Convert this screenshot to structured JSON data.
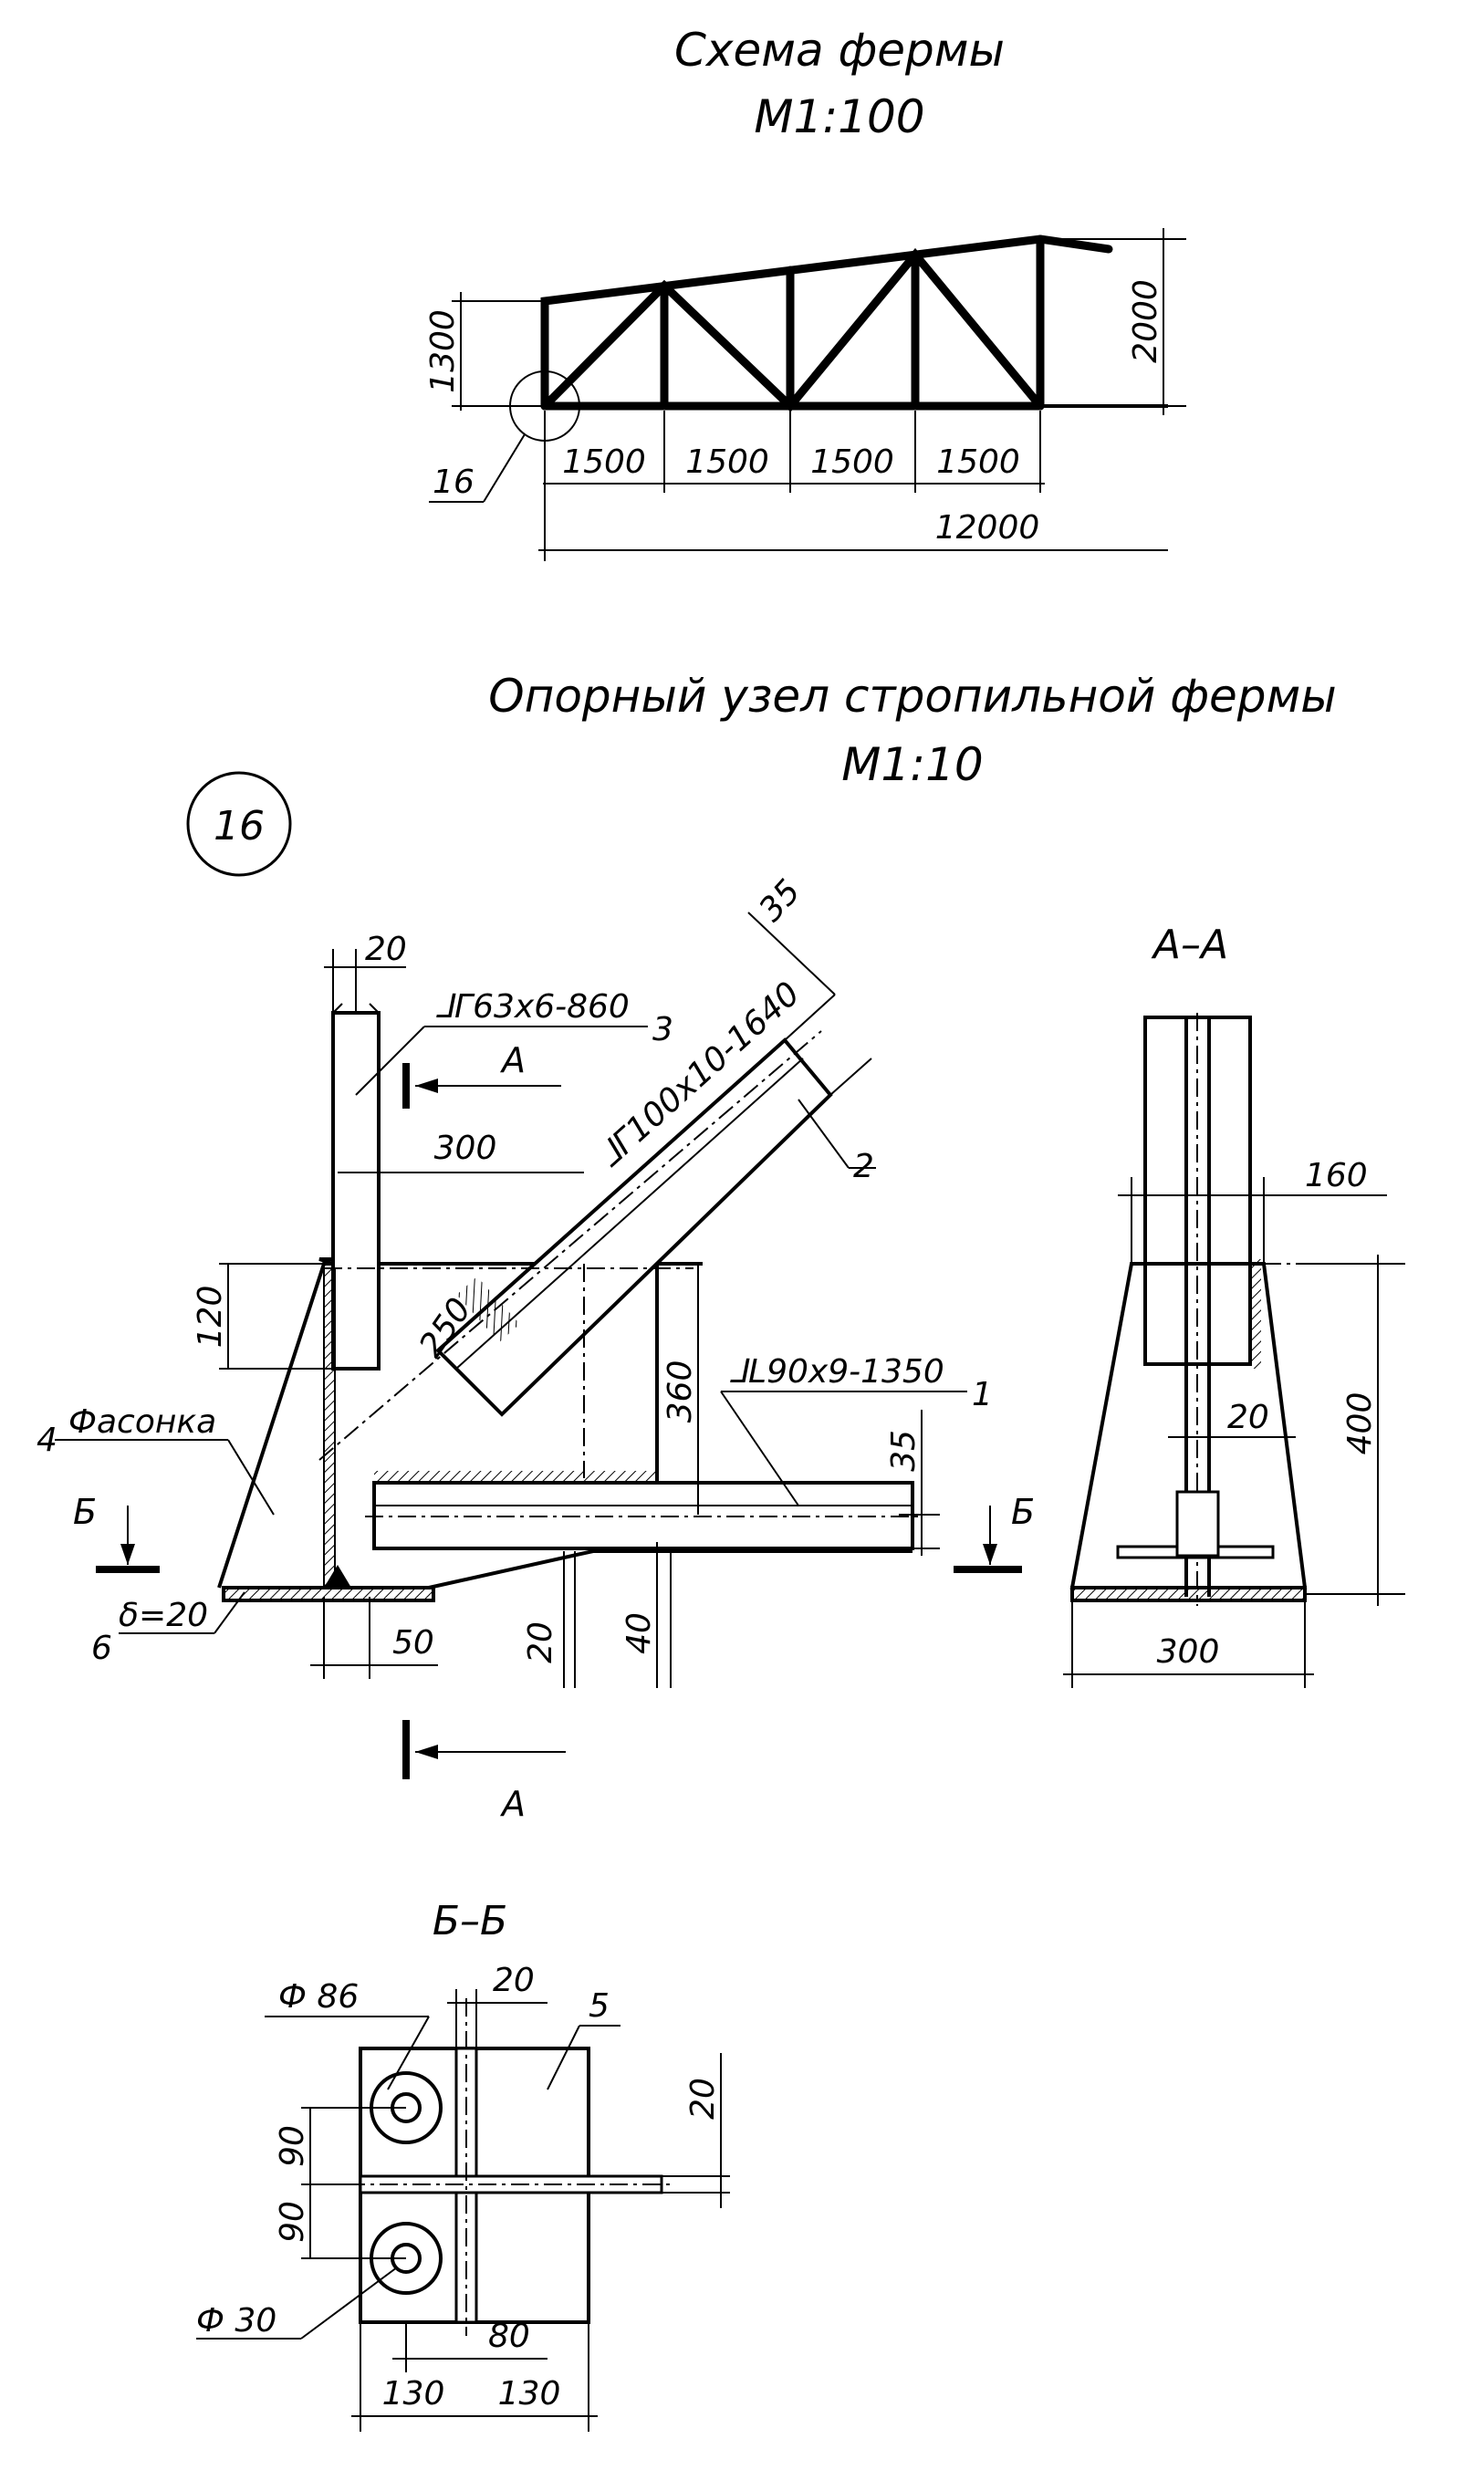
{
  "scheme": {
    "title": "Схема фермы",
    "scale": "М1:100",
    "dim_left": "1300",
    "dim_right": "2000",
    "panels": [
      "1500",
      "1500",
      "1500",
      "1500"
    ],
    "total": "12000",
    "node_ref": "16"
  },
  "node": {
    "title": "Опорный узел стропильной фермы",
    "scale": "М1:10",
    "node_number": "16",
    "labels": {
      "p3_profile": "⅃Г63х6-860",
      "p3_num": "3",
      "p2_profile": "⅃Г100х10-1640",
      "p2_num": "2",
      "p1_profile": "⅃L90х9-1350",
      "p1_num": "1",
      "gusset_num": "4",
      "gusset_name": "Фасонка",
      "plate_num": "6",
      "plate_thk": "δ=20",
      "section_a": "А",
      "section_b": "Б"
    },
    "dims": {
      "top_20": "20",
      "top_35": "35",
      "d_300": "300",
      "d_250": "250",
      "d_120": "120",
      "d_360": "360",
      "d_35b": "35",
      "d_50": "50",
      "d_20b": "20",
      "d_40": "40"
    }
  },
  "section_aa": {
    "title": "А–А",
    "d_160": "160",
    "d_20": "20",
    "d_400": "400",
    "d_300": "300"
  },
  "section_bb": {
    "title": "Б–Б",
    "d_phi86": "Ф 86",
    "d_20top": "20",
    "part5": "5",
    "d_20right": "20",
    "d_90a": "90",
    "d_90b": "90",
    "d_phi30": "Ф 30",
    "d_80": "80",
    "d_130a": "130",
    "d_130b": "130"
  }
}
